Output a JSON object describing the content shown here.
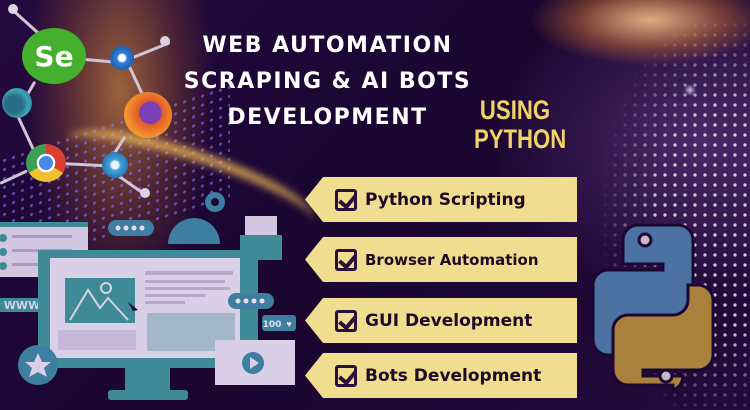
{
  "header": {
    "title_lines": [
      "WEB AUTOMATION",
      "SCRAPING & AI BOTS",
      "DEVELOPMENT"
    ],
    "subtitle_lines": [
      "USING",
      "PYTHON"
    ]
  },
  "features": [
    {
      "label": "Python Scripting",
      "icon": "checkbox-checked-icon"
    },
    {
      "label": "Browser Automation",
      "icon": "checkbox-checked-icon"
    },
    {
      "label": "GUI Development",
      "icon": "checkbox-checked-icon"
    },
    {
      "label": "Bots Development",
      "icon": "checkbox-checked-icon"
    }
  ],
  "logos": {
    "selenium": "Se",
    "browsers": [
      "safari-icon",
      "firefox-icon",
      "edge-icon",
      "chrome-icon",
      "internet-explorer-icon"
    ],
    "python": "python-logo-icon"
  },
  "illustration": {
    "www_label": "WWW",
    "likes_badge": "100",
    "elements": [
      "monitor",
      "image-placeholder",
      "gear",
      "folder",
      "chat-bubble",
      "star-badge",
      "video-player",
      "cursor"
    ]
  },
  "colors": {
    "background": "#1c0733",
    "banner": "#f1dd8f",
    "banner_text": "#1d0b26",
    "title": "#ffffff",
    "subtitle": "#f0d36a",
    "illustration_teal": "#3e8a96",
    "illustration_light": "#d9cfe6",
    "python_blue": "#4c72a4",
    "python_gold": "#a9803c"
  }
}
